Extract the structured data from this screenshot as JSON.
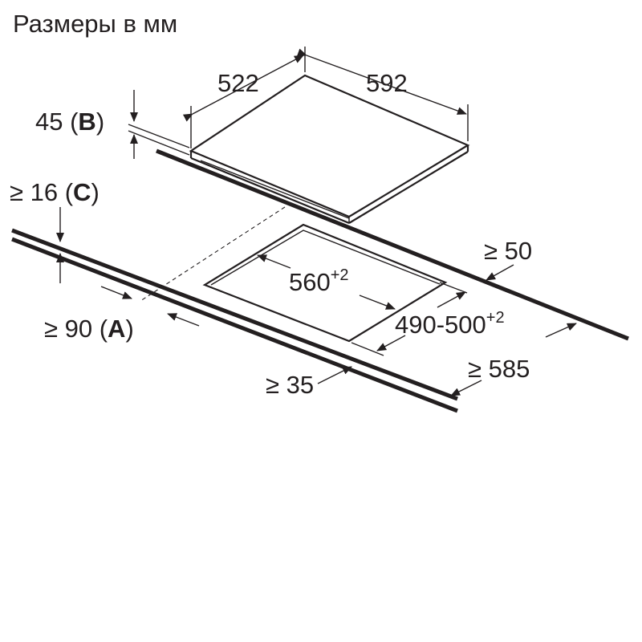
{
  "title": "Размеры в мм",
  "dimensions": {
    "hob_depth": "522",
    "hob_width": "592",
    "hob_height_value": "45 (",
    "hob_height_letter": "B",
    "hob_height_close": ")",
    "worktop_thickness_value": "≥ 16 (",
    "worktop_thickness_letter": "C",
    "worktop_thickness_close": ")",
    "cutout_width_base": "560",
    "cutout_width_tol": "+2",
    "cutout_depth_base": "490-500",
    "cutout_depth_tol": "+2",
    "rear_clearance": "≥ 50",
    "front_clearance_value": "≥ 90 (",
    "front_clearance_letter": "A",
    "front_clearance_close": ")",
    "side_clearance": "≥ 35",
    "worktop_depth": "≥ 585"
  }
}
